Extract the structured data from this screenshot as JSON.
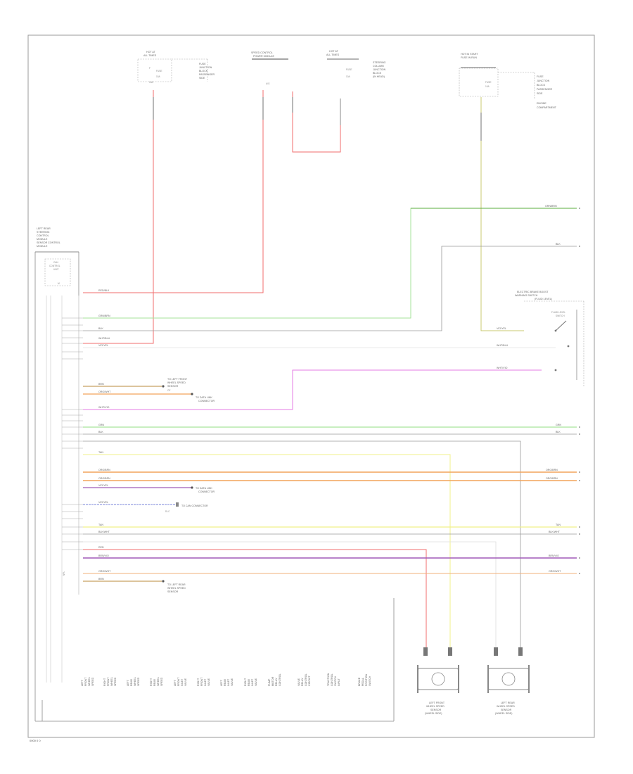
{
  "diagram": {
    "type": "wiring-schematic",
    "footer_code": "0000 0 0",
    "components": {
      "left_module": [
        "LEFT REAR",
        "STEERING",
        "CONTROL",
        "MODULE",
        "SENSOR CONTROL",
        "MODULE"
      ],
      "left_module_inner": [
        "CAN",
        "CONTROL",
        "UNIT",
        "M"
      ],
      "left_module_vertical": "NPL",
      "top_fuse_1": [
        "HOT AT",
        "ALL TIMES"
      ],
      "top_fuse_1_note": [
        "FUSE",
        "JUNCTION",
        "BLOCK",
        "PASSENGER",
        "SIDE"
      ],
      "top_fuse_1_inner": [
        "F",
        "FUSE",
        "15A",
        "10A"
      ],
      "top_sensor": [
        "SPEED CONTROL",
        "POWER MODULE"
      ],
      "top_sensor_pin": "A/G",
      "top_fuse_2": [
        "HOT AT",
        "ALL TIMES"
      ],
      "top_fuse_2_inner": [
        "FUSE",
        "10A"
      ],
      "top_fuse_2_note": [
        "STEERING",
        "COLUMN",
        "JUNCTION",
        "BLOCK",
        "(IN HEAD)"
      ],
      "top_fuse_3": [
        "HOT IN START",
        "FUSE IN RUN"
      ],
      "top_fuse_3_inner": [
        "FUSE",
        "10A"
      ],
      "top_fuse_3_note": [
        "FUSE",
        "JUNCTION",
        "BLOCK",
        "PASSENGER",
        "SIDE",
        "ENGINE",
        "COMPARTMENT"
      ],
      "right_switch": [
        "ELECTRIC BRAKE BOOST",
        "WARNING SWITCH",
        "(FLUID LEVEL)"
      ],
      "right_switch_inner": [
        "FLUID LEVEL",
        "SWITCH"
      ],
      "left_front_sensor": [
        "TO LEFT FRONT",
        "WHEEL SPEED",
        "SENSOR"
      ],
      "left_front_sensor_pin": "OF",
      "connector_note_1": [
        "TO DATA LINK",
        "CONNECTOR"
      ],
      "connector_note_2": [
        "TO DATA LINK",
        "CONNECTOR"
      ],
      "connector_note_3": "TO CAN CONNECTOR",
      "connector_note_3_sub": "DLC",
      "left_rear_sensor": [
        "TO LEFT REAR",
        "WHEEL SPEED",
        "SENSOR"
      ],
      "bottom_labels": [
        [
          "LEFT",
          "FRONT",
          "WHEEL",
          "SPEED"
        ],
        [
          "RIGHT",
          "FRONT",
          "WHEEL",
          "SPEED"
        ],
        [
          "LEFT",
          "REAR",
          "WHEEL",
          "SPEED"
        ],
        [
          "RIGHT",
          "REAR",
          "WHEEL",
          "SPEED"
        ],
        [
          "LEFT",
          "FRONT",
          "INLET",
          "VALVE"
        ],
        [
          "RIGHT",
          "FRONT",
          "INLET",
          "VALVE"
        ],
        [
          "LEFT",
          "REAR",
          "INLET",
          "VALVE"
        ],
        [
          "RIGHT",
          "REAR",
          "INLET",
          "VALVE"
        ],
        [
          "PUMP",
          "MOTOR",
          "RELAY",
          "CONTROL"
        ],
        [
          "VALVE",
          "RELAY",
          "CONTROL",
          "CIRCUIT"
        ],
        [
          "TRACTION",
          "CONTROL",
          "SWITCH",
          "INPUT"
        ],
        [
          "BRAKE",
          "PEDAL",
          "POSITION",
          "SWITCH"
        ]
      ],
      "rear_sensor_1": [
        "LEFT FRONT",
        "WHEEL SPEED",
        "SENSOR",
        "(WHEEL SIDE)"
      ],
      "rear_sensor_2": [
        "LEFT REAR",
        "WHEEL SPEED",
        "SENSOR",
        "(WHEEL SIDE)"
      ]
    },
    "wires": {
      "w1": "RED/BLK",
      "w2": "GRN/BRN",
      "w3": "BLK",
      "w4": "WHT/BLU",
      "w5": "VIO/YEL",
      "w6": "BRN",
      "w7": "ORG/WHT",
      "w8": "WHT/VIO",
      "w9": "GRN",
      "w10": "BLK",
      "w11": "TAN",
      "w12": "ORG/BRN",
      "w13": "ORG/BRN",
      "w14": "VIO/YEL",
      "w15": "VIO/YEL",
      "w16": "TAN",
      "w17": "BLK/WHT",
      "w18": "RED",
      "w19": "BRN/VIO",
      "w20": "ORG/WHT",
      "w21": "BRN",
      "r1": "GRN/BRN",
      "r2": "BLK",
      "r3": "WHT/BLU",
      "r4": "VIO/YEL",
      "r5": "WHT/VIO",
      "r6": "GRN",
      "r7": "BLK",
      "r8": "ORG/BRN",
      "r9": "ORG/BRN",
      "r10": "TAN",
      "r11": "BLK/WHT",
      "r12": "BRN/VIO",
      "r13": "ORG/WHT"
    },
    "colors": {
      "red": "#f26d6d",
      "light_green": "#a6e39a",
      "dark_green": "#5aae3b",
      "olive": "#c8c870",
      "magenta": "#e67be6",
      "orange": "#f2a45a",
      "tan": "#e6d48a",
      "yellow": "#f0f08a",
      "purple": "#a05ab8",
      "blue": "#7a86d8",
      "gray": "#9a9a9a"
    }
  }
}
